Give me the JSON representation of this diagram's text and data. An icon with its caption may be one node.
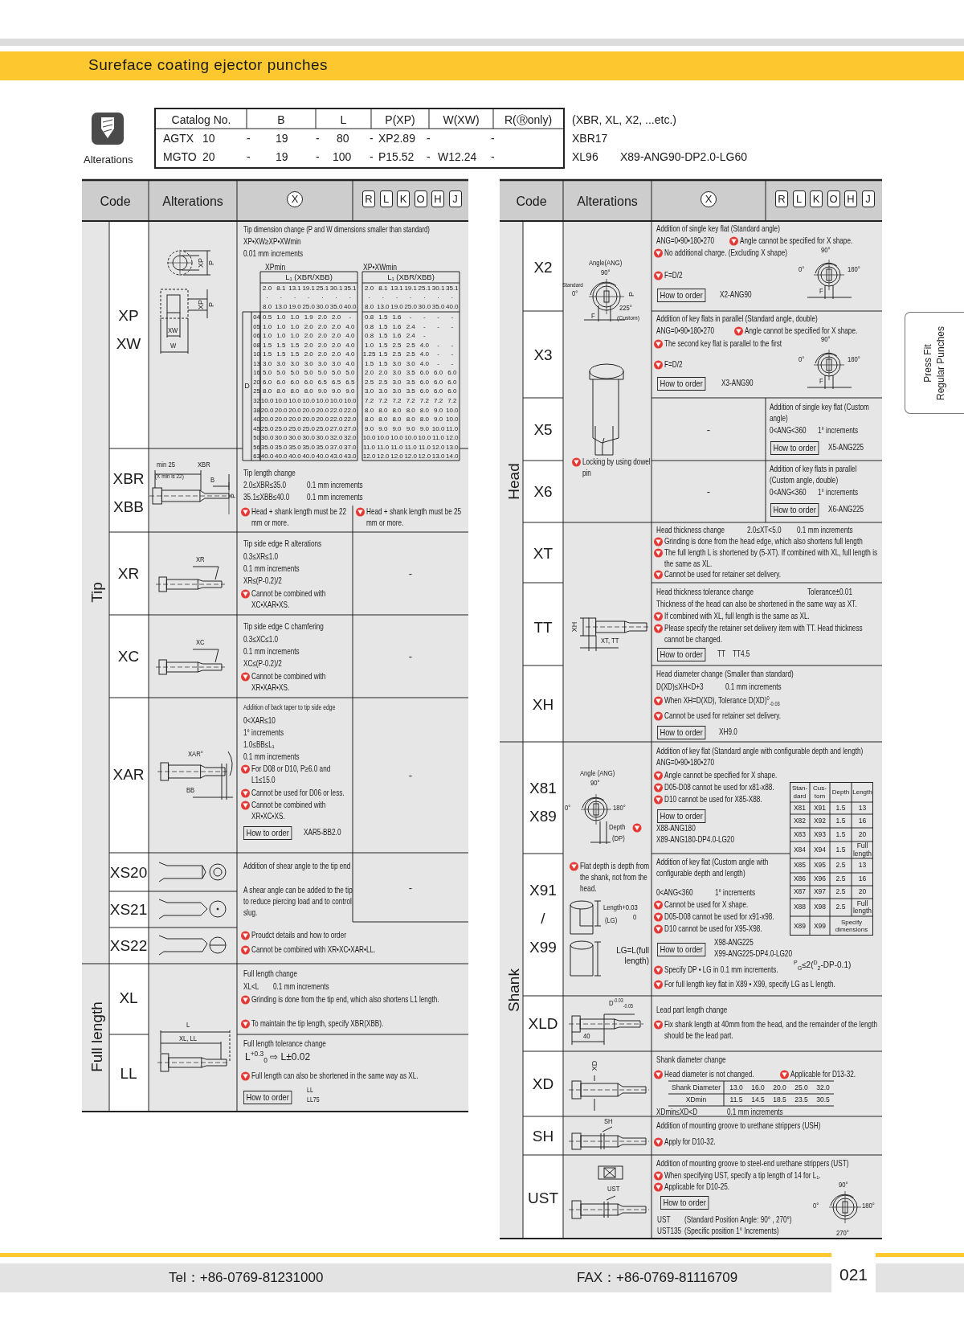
{
  "diagram": {
    "title": "Sureface coating ejector punches",
    "labels": [
      "Alterations",
      "Catalog No.",
      "B",
      "L",
      "P(XP)",
      "W(XW)",
      "R(Ⓡonly)",
      "(XBR, XL, X2, ...etc.)",
      "AGTX",
      "10",
      "-",
      "19",
      "-",
      "80",
      "-",
      "XP2.89",
      "-",
      "-",
      "XBR17",
      "MGTO",
      "20",
      "-",
      "19",
      "-",
      "100",
      "-",
      "P15.52",
      "-",
      "W12.24",
      "-",
      "XL96",
      "X89-ANG90-DP2.0-LG60",
      "Code",
      "Alterations",
      "X",
      "R",
      "L",
      "K",
      "O",
      "H",
      "J",
      "Tip",
      "XP",
      "XW",
      "XP",
      "P",
      "XP",
      "P",
      "XW",
      "W",
      "Tip dimension change (P and W dimensions smaller than standard)",
      "XP•XW≥XP•XWmin",
      "0.01 mm increments",
      "XPmin",
      "XP•XWmin",
      "L₁ (XBR/XBB)",
      "L₁ (XBR/XBB)",
      "2.0 · 8.0",
      "8.1 · 13.0",
      "13.1 · 19.0",
      "19.1 · 25.0",
      "25.1 · 30.0",
      "30.1 · 35.0",
      "35.1 · 40.0",
      "2.0 · 8.0",
      "8.1 · 13.0",
      "13.1 · 19.0",
      "19.1 · 25.0",
      "25.1 · 30.0",
      "30.1 · 35.0",
      "35.1 · 40.0",
      "D",
      "04",
      "0.5",
      "1.0",
      "1.0",
      "1.9",
      "2.0",
      "2.0",
      "-",
      "0.8",
      "1.5",
      "1.6",
      "-",
      "-",
      "-",
      "-",
      "05",
      "1.0",
      "1.0",
      "1.0",
      "2.0",
      "2.0",
      "2.0",
      "4.0",
      "0.8",
      "1.5",
      "1.6",
      "2.4",
      "-",
      "-",
      "-",
      "06",
      "1.0",
      "1.0",
      "1.0",
      "2.0",
      "2.0",
      "2.0",
      "4.0",
      "0.8",
      "1.5",
      "1.6",
      "2.4",
      "-",
      "08",
      "1.5",
      "1.5",
      "1.5",
      "2.0",
      "2.0",
      "2.0",
      "4.0",
      "1.0",
      "1.5",
      "2.5",
      "2.5",
      "4.0",
      "-",
      "-",
      "10",
      "1.5",
      "1.5",
      "1.5",
      "2.0",
      "2.0",
      "2.0",
      "4.0",
      "1.25",
      "1.5",
      "2.5",
      "2.5",
      "4.0",
      "-",
      "-",
      "13",
      "3.0",
      "3.0",
      "3.0",
      "3.0",
      "3.0",
      "3.0",
      "4.0",
      "1.5",
      "1.5",
      "3.0",
      "3.0",
      "4.0",
      "-",
      "-",
      "16",
      "5.0",
      "5.0",
      "5.0",
      "5.0",
      "5.0",
      "5.0",
      "5.0",
      "2.0",
      "2.0",
      "3.0",
      "3.5",
      "6.0",
      "6.0",
      "6.0",
      "20",
      "6.0",
      "6.0",
      "6.0",
      "6.0",
      "6.5",
      "6.5",
      "6.5",
      "2.5",
      "2.5",
      "3.0",
      "3.5",
      "6.0",
      "6.0",
      "6.0",
      "25",
      "8.0",
      "8.0",
      "8.0",
      "8.0",
      "9.0",
      "9.0",
      "9.0",
      "3.0",
      "3.0",
      "3.0",
      "3.5",
      "6.0",
      "6.0",
      "6.0",
      "32",
      "10.0",
      "10.0",
      "10.0",
      "10.0",
      "10.0",
      "10.0",
      "10.0",
      "7.2",
      "7.2",
      "7.2",
      "7.2",
      "7.2",
      "7.2",
      "7.2",
      "38",
      "20.0",
      "20.0",
      "20.0",
      "20.0",
      "20.0",
      "22.0",
      "22.0",
      "8.0",
      "8.0",
      "8.0",
      "8.0",
      "8.0",
      "9.0",
      "10.0",
      "40",
      "20.0",
      "20.0",
      "20.0",
      "20.0",
      "20.0",
      "22.0",
      "22.0",
      "8.0",
      "8.0",
      "8.0",
      "8.0",
      "8.0",
      "9.0",
      "10.0",
      "45",
      "25.0",
      "25.0",
      "25.0",
      "25.0",
      "25.0",
      "27.0",
      "27.0",
      "9.0",
      "9.0",
      "9.0",
      "9.0",
      "9.0",
      "10.0",
      "11.0",
      "50",
      "30.0",
      "30.0",
      "30.0",
      "30.0",
      "30.0",
      "32.0",
      "32.0",
      "10.0",
      "10.0",
      "10.0",
      "10.0",
      "10.0",
      "11.0",
      "12.0",
      "56",
      "35.0",
      "35.0",
      "35.0",
      "35.0",
      "35.0",
      "37.0",
      "37.0",
      "11.0",
      "11.0",
      "11.0",
      "11.0",
      "11.0",
      "12.0",
      "13.0",
      "63",
      "40.0",
      "40.0",
      "40.0",
      "40.0",
      "40.0",
      "43.0",
      "43.0",
      "12.0",
      "12.0",
      "12.0",
      "12.0",
      "12.0",
      "13.0",
      "14.0",
      "XBR",
      "XBB",
      "min 25",
      "(X min is 22)",
      "XBR",
      "B",
      "P",
      "Tip length change",
      "2.0≤XBR≤35.0",
      "0.1 mm increments",
      "35.1≤XBB≤40.0",
      "0.1 mm increments",
      "Head + shank length must be 22 mm or more.",
      "Head + shank length must be 25 mm or more.",
      "XR",
      "XR",
      "Tip side edge R alterations",
      "0.3≤XR≤1.0",
      "0.1 mm increments",
      "XR≤(P-0.2)/2",
      "Cannot be combined with XC•XAR•XS.",
      "-",
      "XC",
      "XC",
      "Tip side edge C chamfering",
      "0.3≤XC≤1.0",
      "0.1 mm increments",
      "XC≤(P-0.2)/2",
      "Cannot be combined with XR•XAR•XS.",
      "-",
      "XAR",
      "XAR°",
      "BB",
      "Addition of back taper to tip side edge",
      "0<XAR≤10",
      "1° increments",
      "1.0≤BB≤L₁",
      "0.1 mm increments",
      "For D08 or D10, P≥6.0 and L1≤15.0",
      "Cannot be used for D06 or less.",
      "Cannot be combined with XR•XC•XS.",
      "How to order",
      "XAR5-BB2.0",
      "-",
      "XS20",
      "XS21",
      "XS22",
      "Addition of shear angle to the tip end",
      "A shear angle can be added to the tip to reduce piercing load and to control slug.",
      "-",
      "Proudct details and how to order",
      "Cannot be combined with XR•XC•XAR•LL.",
      "Full length",
      "XL",
      "L",
      "XL, LL",
      "Full length change",
      "XL<L",
      "0.1 mm increments",
      "Grinding is done from the tip end, which also shortens L1 length.",
      "To maintain the tip length, specify XBR(XBB).",
      "LL",
      "Full length tolerance change",
      "L$^{+0.3}$$_{0}$ ⇨ L±0.02",
      "Full length can also be shortened in the same way as XL.",
      "How to order",
      "LL",
      "LL75",
      "Code",
      "Alterations",
      "X",
      "R",
      "L",
      "K",
      "O",
      "H",
      "J",
      "Head",
      "X2",
      "Angle(ANG)",
      "90°",
      "Standard",
      "0°",
      "P",
      "225°",
      "(Custom)",
      "F",
      "Locking by using dowel pin",
      "Addition of single key flat (Standard angle)",
      "ANG=0•90•180•270",
      "Angle cannot be specified for X shape.",
      "No additional charge. (Excluding X shape)",
      "90°",
      "F=D/2",
      "0°",
      "180°",
      "F",
      "How to order",
      "X2-ANG90",
      "X3",
      "Addition of key flats in parallel (Standard angle, double)",
      "ANG=0•90•180•270",
      "Angle cannot be specified for X shape.",
      "The second key flat is parallel to the first",
      "90°",
      "F=D/2",
      "0°",
      "180°",
      "F",
      "How to order",
      "X3-ANG90",
      "X5",
      "-",
      "Addition of single key flat (Custom angle)",
      "0<ANG<360",
      "1° increments",
      "How to order",
      "X5-ANG225",
      "X6",
      "-",
      "Addition of key flats in parallel (Custom angle, double)",
      "0<ANG<360",
      "1° increments",
      "How to order",
      "X6-ANG225",
      "XT",
      "Head thickness change",
      "2.0≤XT<5.0",
      "0.1 mm increments",
      "Grinding is done from the head edge, which also shortens full length",
      "The full length L is shortened by (5-XT). If combined with XL, full length is the same as XL.",
      "Cannot be used for retainer set delivery.",
      "TT",
      "XH",
      "XT, TT",
      "Head thickness tolerance change",
      "Tolerance±0.01",
      "Thickness of the head can also be shortened in the same way as XT.",
      "If combined with XL, full length is the same as XL.",
      "Please specify the retainer set delivery item with TT. Head thickness cannot be changed.",
      "How to order",
      "TT",
      "TT4.5",
      "XH",
      "Head diameter change (Smaller than standard)",
      "D(XD)≤XH<D+3",
      "0.1 mm increments",
      "When XH=D(XD), Tolerance D(XD)$^{0}$$_{-0.03}$",
      "Cannot be used for retainer set delivery.",
      "How to order",
      "XH9.0",
      "Shank",
      "X81",
      "X89",
      "Angle (ANG)",
      "90°",
      "0°",
      "180°",
      "Depth",
      "(DP)",
      "Addition of key flat (Standard angle with configurable depth and length) ANG=0•90•180•270",
      "Angle cannot be specified for X shape.",
      "D05-D08 cannot be used for x81-x88.",
      "D10 cannot be used for X85-X88.",
      "How to order",
      "X88-ANG180",
      "X89-ANG180-DP4.0-LG20",
      "Stan- dard",
      "Cus- tom",
      "Depth",
      "Length",
      "X81",
      "X91",
      "1.5",
      "13",
      "X82",
      "X92",
      "1.5",
      "16",
      "X83",
      "X93",
      "1.5",
      "20",
      "X84",
      "X94",
      "1.5",
      "Full length",
      "X85",
      "X95",
      "2.5",
      "13",
      "X86",
      "X96",
      "2.5",
      "16",
      "X87",
      "X97",
      "2.5",
      "20",
      "X88",
      "X98",
      "2.5",
      "Full length",
      "X89",
      "X99",
      "Specify dimensions",
      "X91",
      "/",
      "X99",
      "Flat depth is depth from the shank, not from the head.",
      "Length+0.03",
      "0",
      "(LG)",
      "LG=L(full length)",
      "Addition of key flat (Custom angle with configurable depth and length)",
      "0<ANG<360",
      "1° increments",
      "Cannot be used for X shape.",
      "D05-D08 cannot be used for x91-x98.",
      "D10 cannot be used for X95-X98.",
      "How to order",
      "X98-ANG225",
      "X99-ANG225-DP4.0-LG20",
      "Specify DP • LG in 0.1 mm increments.",
      "$^{P}$$_{G}$≤2($^{D}$$_{2}$-DP-0.1)",
      "For full length key flat in X89 • X99, specify LG as L length.",
      "XLD",
      "D$^{-0.03}$$_{-0.05}$",
      "40",
      "Lead part length change",
      "Fix shank length at 40mm from the head, and the remainder of the length should be the lead part.",
      "XD",
      "XD",
      "Shank diameter change",
      "Head diameter is not changed.",
      "Applicable for D13-32.",
      "Shank Diameter",
      "13.0",
      "16.0",
      "20.0",
      "25.0",
      "32.0",
      "XDmin",
      "11.5",
      "14.5",
      "18.5",
      "23.5",
      "30.5",
      "XDmin≤XD<D",
      "0.1 mm increments",
      "SH",
      "SH",
      "Addition of mounting groove to urethane strippers (USH)",
      "Apply for D10-32.",
      "UST",
      "UST",
      "Addition of mounting groove to steel-end urethane strippers (UST)",
      "When specifying UST, specify a tip length of 14 for L₁.",
      "Applicable for D10-25.",
      "90°",
      "How to order",
      "0°",
      "180°",
      "UST",
      "(Standard Position Angle: 90° , 270°)",
      "UST135",
      "(Specific position 1° Increments)",
      "270°",
      "Press Fit Regular Punches",
      "Tel：+86-0769-81231000",
      "FAX：+86-0769-81116709",
      "021"
    ]
  }
}
